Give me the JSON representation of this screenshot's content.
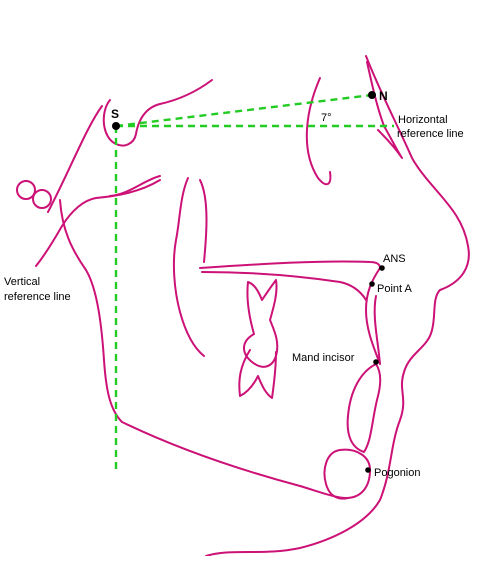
{
  "colors": {
    "tracing": "#cc1177",
    "reference": "#22cc22",
    "point": "#000000"
  },
  "points": {
    "S": "S",
    "N": "N",
    "ANS": "ANS",
    "point_a": "Point A",
    "mand_incisor": "Mand incisor",
    "pogonion": "Pogonion"
  },
  "reference_lines": {
    "horizontal": [
      "Horizontal",
      "reference line"
    ],
    "vertical": [
      "Vertical",
      "reference line"
    ]
  },
  "angle": "7°"
}
